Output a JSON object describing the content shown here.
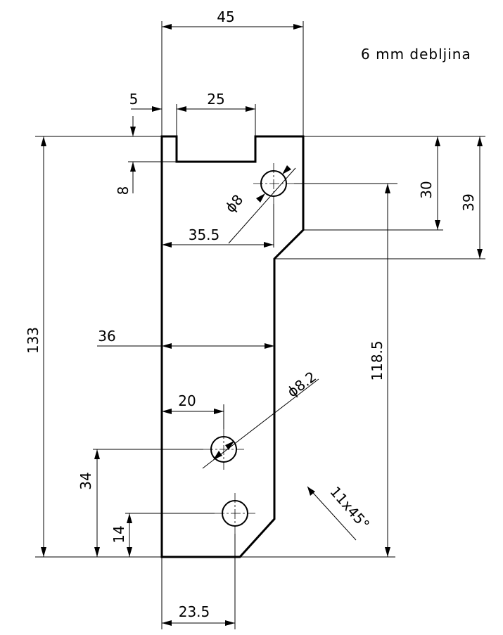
{
  "note": "6 mm debljina",
  "dimensions": {
    "width_top": "45",
    "slot_offset": "5",
    "slot_width": "25",
    "slot_depth": "8",
    "hole_top_diameter": "ϕ8",
    "hole_top_x": "35.5",
    "narrow_width": "36",
    "hole_mid_x": "20",
    "hole_mid_diameter": "ϕ8.2",
    "hole_mid_y": "34",
    "hole_bottom_y": "14",
    "hole_bottom_x": "23.5",
    "total_height": "133",
    "hole_top_y": "118.5",
    "chamfer_top_y": "30",
    "step_y": "39",
    "chamfer_bottom": "11x45°"
  }
}
